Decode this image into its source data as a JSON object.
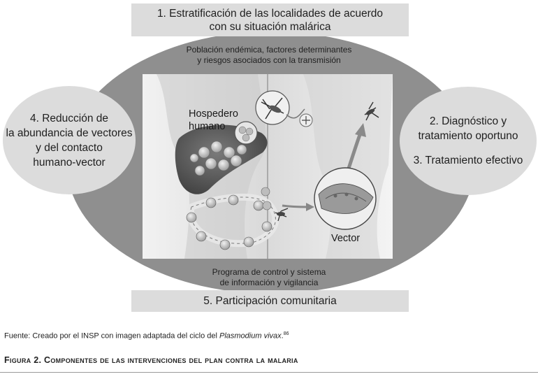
{
  "box1": {
    "line1": "1. Estratificación de las localidades de acuerdo",
    "line2": "con su situación malárica"
  },
  "top_note": {
    "line1": "Población endémica, factores determinantes",
    "line2": "y riesgos asociados con la transmisión"
  },
  "circle4": {
    "line1": "4. Reducción de",
    "line2": "la abundancia de vectores",
    "line3": "y del contacto",
    "line4": "humano-vector"
  },
  "circle23": {
    "line1": "2. Diagnóstico y",
    "line2": "tratamiento oportuno",
    "line3": "3. Tratamiento efectivo"
  },
  "illustration": {
    "host_line1": "Hospedero",
    "host_line2": "humano",
    "vector": "Vector"
  },
  "bottom_note": {
    "line1": "Programa de control y sistema",
    "line2": "de información y vigilancia"
  },
  "box5": {
    "text": "5. Participación comunitaria"
  },
  "source": {
    "prefix": "Fuente: Creado por el INSP con imagen adaptada del ciclo del ",
    "italic": "Plasmodium vivax",
    "suffix": ".",
    "ref": "86"
  },
  "caption": {
    "text": "Figura 2. Componentes de las intervenciones del plan contra la malaria"
  }
}
